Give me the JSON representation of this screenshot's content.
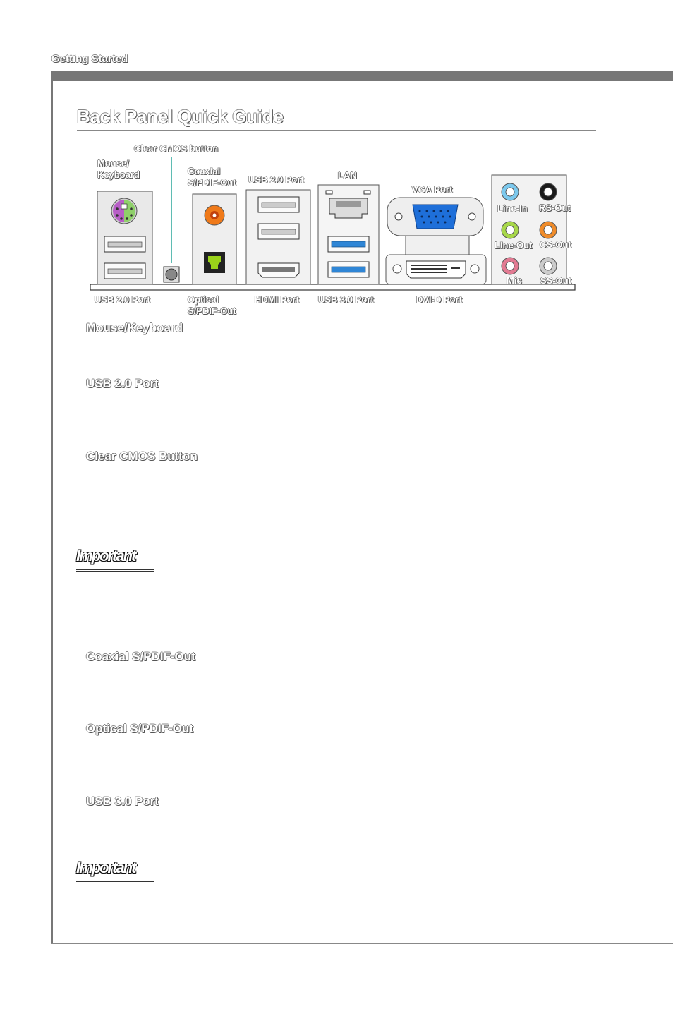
{
  "header": {
    "section_label": "Getting Started"
  },
  "page": {
    "title": "Back Panel Quick Guide"
  },
  "diagram": {
    "labels": {
      "clear_cmos_button": "Clear CMOS button",
      "mouse_keyboard": "Mouse/\nKeyboard",
      "coaxial": "Coaxial\nS/PDIF-Out",
      "usb20_top": "USB 2.0 Port",
      "lan": "LAN",
      "vga": "VGA Port",
      "line_in": "Line-In",
      "rs_out": "RS-Out",
      "line_out": "Line-Out",
      "cs_out": "CS-Out",
      "mic": "Mic",
      "ss_out": "SS-Out",
      "usb20_bottom": "USB 2.0 Port",
      "optical": "Optical\nS/PDIF-Out",
      "hdmi": "HDMI Port",
      "usb30": "USB 3.0 Port",
      "dvi": "DVI-D Port"
    },
    "colors": {
      "ps2_purple": "#b85fc7",
      "ps2_green": "#8fd06a",
      "usb30_blue": "#2f86d6",
      "vga_blue": "#1e6fd9",
      "coax_orange": "#f07a1a",
      "optical_green": "#9ad21a",
      "line_in_blue": "#7cc9ee",
      "rs_black": "#1a1a1a",
      "line_out_green": "#a8d84a",
      "cs_orange": "#f08c2a",
      "mic_pink": "#e27a92",
      "ss_gray": "#cccccc"
    }
  },
  "sections": [
    {
      "heading": "Mouse/Keyboard"
    },
    {
      "heading": "USB 2.0 Port"
    },
    {
      "heading": "Clear CMOS Button"
    },
    {
      "heading": "Coaxial S/PDIF-Out"
    },
    {
      "heading": "Optical S/PDIF-Out"
    },
    {
      "heading": "USB 3.0 Port"
    }
  ],
  "important_notes": [
    {
      "label": "Important"
    },
    {
      "label": "Important"
    }
  ]
}
